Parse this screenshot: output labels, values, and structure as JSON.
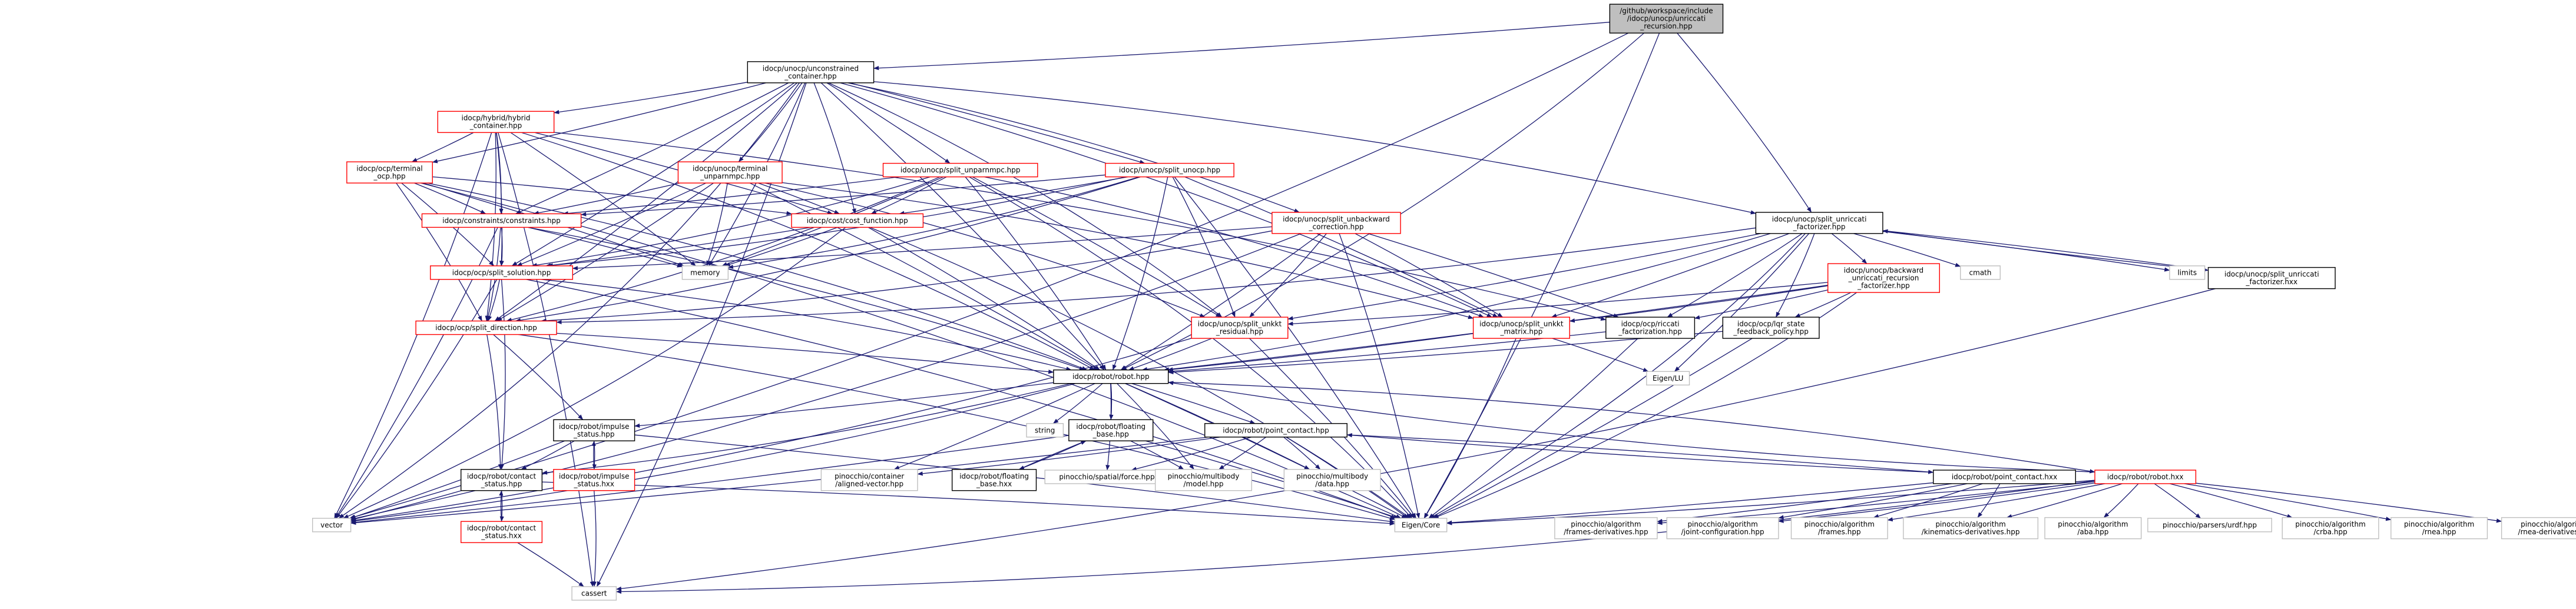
{
  "colors": {
    "edge": "#191970",
    "focus_fill": "#bfbfbf",
    "focus_border": "#000000",
    "documented_border": "#000000",
    "error_border": "#ff0000",
    "external_border": "#bfbfbf",
    "text": "#000000"
  },
  "nodes": [
    {
      "id": "n_root",
      "lines": [
        "/github/workspace/include",
        "/idocp/unocp/unriccati",
        "_recursion.hpp"
      ],
      "style": "focus"
    },
    {
      "id": "n_ucc",
      "lines": [
        "idocp/unocp/unconstrained",
        "_container.hpp"
      ],
      "style": "documented"
    },
    {
      "id": "n_hybrid",
      "lines": [
        "idocp/hybrid/hybrid",
        "_container.hpp"
      ],
      "style": "error"
    },
    {
      "id": "n_terminal_ocp",
      "lines": [
        "idocp/ocp/terminal",
        "_ocp.hpp"
      ],
      "style": "error"
    },
    {
      "id": "n_terminal_unparnmpc",
      "lines": [
        "idocp/unocp/terminal",
        "_unparnmpc.hpp"
      ],
      "style": "error"
    },
    {
      "id": "n_split_unparnmpc",
      "lines": [
        "idocp/unocp/split_unparnmpc.hpp"
      ],
      "style": "error"
    },
    {
      "id": "n_split_unocp",
      "lines": [
        "idocp/unocp/split_unocp.hpp"
      ],
      "style": "error"
    },
    {
      "id": "n_split_unbackward",
      "lines": [
        "idocp/unocp/split_unbackward",
        "_correction.hpp"
      ],
      "style": "error"
    },
    {
      "id": "n_split_unriccati_fact",
      "lines": [
        "idocp/unocp/split_unriccati",
        "_factorizer.hpp"
      ],
      "style": "documented"
    },
    {
      "id": "n_constraints",
      "lines": [
        "idocp/constraints/constraints.hpp"
      ],
      "style": "error"
    },
    {
      "id": "n_cost",
      "lines": [
        "idocp/cost/cost_function.hpp"
      ],
      "style": "error"
    },
    {
      "id": "n_memory",
      "lines": [
        "memory"
      ],
      "style": "external"
    },
    {
      "id": "n_split_solution",
      "lines": [
        "idocp/ocp/split_solution.hpp"
      ],
      "style": "error"
    },
    {
      "id": "n_split_direction",
      "lines": [
        "idocp/ocp/split_direction.hpp"
      ],
      "style": "error"
    },
    {
      "id": "n_backward_riccati",
      "lines": [
        "idocp/unocp/backward",
        "_unriccati_recursion",
        "_factorizer.hpp"
      ],
      "style": "error"
    },
    {
      "id": "n_cmath",
      "lines": [
        "cmath"
      ],
      "style": "external"
    },
    {
      "id": "n_limits",
      "lines": [
        "limits"
      ],
      "style": "external"
    },
    {
      "id": "n_split_unriccati_hxx",
      "lines": [
        "idocp/unocp/split_unriccati",
        "_factorizer.hxx"
      ],
      "style": "documented"
    },
    {
      "id": "n_split_unkkt_residual",
      "lines": [
        "idocp/unocp/split_unkkt",
        "_residual.hpp"
      ],
      "style": "error"
    },
    {
      "id": "n_split_unkkt_matrix",
      "lines": [
        "idocp/unocp/split_unkkt",
        "_matrix.hpp"
      ],
      "style": "error"
    },
    {
      "id": "n_riccati_fact",
      "lines": [
        "idocp/ocp/riccati",
        "_factorization.hpp"
      ],
      "style": "documented"
    },
    {
      "id": "n_lqr_policy",
      "lines": [
        "idocp/ocp/lqr_state",
        "_feedback_policy.hpp"
      ],
      "style": "documented"
    },
    {
      "id": "n_eigen_lu",
      "lines": [
        "Eigen/LU"
      ],
      "style": "external"
    },
    {
      "id": "n_robot",
      "lines": [
        "idocp/robot/robot.hpp"
      ],
      "style": "documented"
    },
    {
      "id": "n_string",
      "lines": [
        "string"
      ],
      "style": "external"
    },
    {
      "id": "n_floating_base",
      "lines": [
        "idocp/robot/floating",
        "_base.hpp"
      ],
      "style": "documented"
    },
    {
      "id": "n_point_contact",
      "lines": [
        "idocp/robot/point_contact.hpp"
      ],
      "style": "documented"
    },
    {
      "id": "n_impulse_status",
      "lines": [
        "idocp/robot/impulse",
        "_status.hpp"
      ],
      "style": "documented"
    },
    {
      "id": "n_impulse_status_hxx",
      "lines": [
        "idocp/robot/impulse",
        "_status.hxx"
      ],
      "style": "error"
    },
    {
      "id": "n_contact_status",
      "lines": [
        "idocp/robot/contact",
        "_status.hpp"
      ],
      "style": "documented"
    },
    {
      "id": "n_contact_status_hxx",
      "lines": [
        "idocp/robot/contact",
        "_status.hxx"
      ],
      "style": "error"
    },
    {
      "id": "n_vector",
      "lines": [
        "vector"
      ],
      "style": "external"
    },
    {
      "id": "n_cassert",
      "lines": [
        "cassert"
      ],
      "style": "external"
    },
    {
      "id": "n_eigen_core",
      "lines": [
        "Eigen/Core"
      ],
      "style": "external"
    },
    {
      "id": "n_pin_aligned",
      "lines": [
        "pinocchio/container",
        "/aligned-vector.hpp"
      ],
      "style": "external"
    },
    {
      "id": "n_floating_base_hxx",
      "lines": [
        "idocp/robot/floating",
        "_base.hxx"
      ],
      "style": "documented"
    },
    {
      "id": "n_pin_force",
      "lines": [
        "pinocchio/spatial/force.hpp"
      ],
      "style": "external"
    },
    {
      "id": "n_pin_model",
      "lines": [
        "pinocchio/multibody",
        "/model.hpp"
      ],
      "style": "external"
    },
    {
      "id": "n_pin_data",
      "lines": [
        "pinocchio/multibody",
        "/data.hpp"
      ],
      "style": "external"
    },
    {
      "id": "n_point_contact_hxx",
      "lines": [
        "idocp/robot/point_contact.hxx"
      ],
      "style": "documented"
    },
    {
      "id": "n_robot_hxx",
      "lines": [
        "idocp/robot/robot.hxx"
      ],
      "style": "error"
    },
    {
      "id": "n_pin_frames_deriv",
      "lines": [
        "pinocchio/algorithm",
        "/frames-derivatives.hpp"
      ],
      "style": "external"
    },
    {
      "id": "n_pin_joint_config",
      "lines": [
        "pinocchio/algorithm",
        "/joint-configuration.hpp"
      ],
      "style": "external"
    },
    {
      "id": "n_pin_frames",
      "lines": [
        "pinocchio/algorithm",
        "/frames.hpp"
      ],
      "style": "external"
    },
    {
      "id": "n_pin_kin_deriv",
      "lines": [
        "pinocchio/algorithm",
        "/kinematics-derivatives.hpp"
      ],
      "style": "external"
    },
    {
      "id": "n_pin_aba",
      "lines": [
        "pinocchio/algorithm",
        "/aba.hpp"
      ],
      "style": "external"
    },
    {
      "id": "n_pin_urdf",
      "lines": [
        "pinocchio/parsers/urdf.hpp"
      ],
      "style": "external"
    },
    {
      "id": "n_pin_crba",
      "lines": [
        "pinocchio/algorithm",
        "/crba.hpp"
      ],
      "style": "external"
    },
    {
      "id": "n_pin_rnea",
      "lines": [
        "pinocchio/algorithm",
        "/rnea.hpp"
      ],
      "style": "external"
    },
    {
      "id": "n_pin_rnea_deriv",
      "lines": [
        "pinocchio/algorithm",
        "/rnea-derivatives.hpp"
      ],
      "style": "external"
    }
  ],
  "edges": [
    [
      "n_root",
      "n_ucc"
    ],
    [
      "n_root",
      "n_split_unriccati_fact"
    ],
    [
      "n_root",
      "n_robot"
    ],
    [
      "n_root",
      "n_vector"
    ],
    [
      "n_root",
      "n_eigen_core"
    ],
    [
      "n_ucc",
      "n_hybrid"
    ],
    [
      "n_ucc",
      "n_terminal_ocp"
    ],
    [
      "n_ucc",
      "n_terminal_unparnmpc"
    ],
    [
      "n_ucc",
      "n_split_unparnmpc"
    ],
    [
      "n_ucc",
      "n_split_unocp"
    ],
    [
      "n_ucc",
      "n_split_unbackward"
    ],
    [
      "n_ucc",
      "n_split_unriccati_fact"
    ],
    [
      "n_ucc",
      "n_constraints"
    ],
    [
      "n_ucc",
      "n_cost"
    ],
    [
      "n_ucc",
      "n_memory"
    ],
    [
      "n_ucc",
      "n_split_solution"
    ],
    [
      "n_ucc",
      "n_split_direction"
    ],
    [
      "n_ucc",
      "n_robot"
    ],
    [
      "n_ucc",
      "n_split_unkkt_residual"
    ],
    [
      "n_ucc",
      "n_split_unkkt_matrix"
    ],
    [
      "n_ucc",
      "n_vector"
    ],
    [
      "n_ucc",
      "n_cassert"
    ],
    [
      "n_hybrid",
      "n_terminal_ocp"
    ],
    [
      "n_hybrid",
      "n_constraints"
    ],
    [
      "n_hybrid",
      "n_cost"
    ],
    [
      "n_hybrid",
      "n_memory"
    ],
    [
      "n_hybrid",
      "n_split_solution"
    ],
    [
      "n_hybrid",
      "n_split_direction"
    ],
    [
      "n_hybrid",
      "n_robot"
    ],
    [
      "n_hybrid",
      "n_riccati_fact"
    ],
    [
      "n_hybrid",
      "n_vector"
    ],
    [
      "n_hybrid",
      "n_cassert"
    ],
    [
      "n_terminal_ocp",
      "n_constraints"
    ],
    [
      "n_terminal_ocp",
      "n_cost"
    ],
    [
      "n_terminal_ocp",
      "n_memory"
    ],
    [
      "n_terminal_ocp",
      "n_split_solution"
    ],
    [
      "n_terminal_ocp",
      "n_split_direction"
    ],
    [
      "n_terminal_ocp",
      "n_robot"
    ],
    [
      "n_terminal_ocp",
      "n_eigen_core"
    ],
    [
      "n_terminal_unparnmpc",
      "n_constraints"
    ],
    [
      "n_terminal_unparnmpc",
      "n_cost"
    ],
    [
      "n_terminal_unparnmpc",
      "n_memory"
    ],
    [
      "n_terminal_unparnmpc",
      "n_split_solution"
    ],
    [
      "n_terminal_unparnmpc",
      "n_split_direction"
    ],
    [
      "n_terminal_unparnmpc",
      "n_robot"
    ],
    [
      "n_terminal_unparnmpc",
      "n_split_unkkt_residual"
    ],
    [
      "n_terminal_unparnmpc",
      "n_split_unkkt_matrix"
    ],
    [
      "n_split_unparnmpc",
      "n_constraints"
    ],
    [
      "n_split_unparnmpc",
      "n_cost"
    ],
    [
      "n_split_unparnmpc",
      "n_memory"
    ],
    [
      "n_split_unparnmpc",
      "n_split_solution"
    ],
    [
      "n_split_unparnmpc",
      "n_split_direction"
    ],
    [
      "n_split_unparnmpc",
      "n_robot"
    ],
    [
      "n_split_unparnmpc",
      "n_split_unkkt_residual"
    ],
    [
      "n_split_unparnmpc",
      "n_split_unkkt_matrix"
    ],
    [
      "n_split_unparnmpc",
      "n_eigen_core"
    ],
    [
      "n_split_unocp",
      "n_constraints"
    ],
    [
      "n_split_unocp",
      "n_cost"
    ],
    [
      "n_split_unocp",
      "n_memory"
    ],
    [
      "n_split_unocp",
      "n_split_solution"
    ],
    [
      "n_split_unocp",
      "n_split_direction"
    ],
    [
      "n_split_unocp",
      "n_robot"
    ],
    [
      "n_split_unocp",
      "n_split_unkkt_residual"
    ],
    [
      "n_split_unocp",
      "n_split_unkkt_matrix"
    ],
    [
      "n_split_unocp",
      "n_eigen_core"
    ],
    [
      "n_split_unbackward",
      "n_split_solution"
    ],
    [
      "n_split_unbackward",
      "n_split_direction"
    ],
    [
      "n_split_unbackward",
      "n_robot"
    ],
    [
      "n_split_unbackward",
      "n_split_unkkt_residual"
    ],
    [
      "n_split_unbackward",
      "n_split_unkkt_matrix"
    ],
    [
      "n_split_unbackward",
      "n_riccati_fact"
    ],
    [
      "n_split_unbackward",
      "n_eigen_core"
    ],
    [
      "n_split_unbackward",
      "n_vector"
    ],
    [
      "n_split_unriccati_fact",
      "n_backward_riccati"
    ],
    [
      "n_split_unriccati_fact",
      "n_cmath"
    ],
    [
      "n_split_unriccati_fact",
      "n_limits"
    ],
    [
      "n_split_unriccati_fact",
      "n_split_unriccati_hxx"
    ],
    [
      "n_split_unriccati_fact",
      "n_robot"
    ],
    [
      "n_split_unriccati_fact",
      "n_split_unkkt_residual"
    ],
    [
      "n_split_unriccati_fact",
      "n_split_unkkt_matrix"
    ],
    [
      "n_split_unriccati_fact",
      "n_riccati_fact"
    ],
    [
      "n_split_unriccati_fact",
      "n_lqr_policy"
    ],
    [
      "n_split_unriccati_fact",
      "n_eigen_lu"
    ],
    [
      "n_split_unriccati_fact",
      "n_eigen_core"
    ],
    [
      "n_split_unriccati_fact",
      "n_split_direction"
    ],
    [
      "n_split_unriccati_hxx",
      "n_split_unriccati_fact"
    ],
    [
      "n_split_unriccati_hxx",
      "n_cassert"
    ],
    [
      "n_constraints",
      "n_memory"
    ],
    [
      "n_constraints",
      "n_split_solution"
    ],
    [
      "n_constraints",
      "n_split_direction"
    ],
    [
      "n_constraints",
      "n_robot"
    ],
    [
      "n_constraints",
      "n_vector"
    ],
    [
      "n_cost",
      "n_memory"
    ],
    [
      "n_cost",
      "n_split_solution"
    ],
    [
      "n_cost",
      "n_robot"
    ],
    [
      "n_cost",
      "n_eigen_core"
    ],
    [
      "n_cost",
      "n_vector"
    ],
    [
      "n_split_solution",
      "n_split_direction"
    ],
    [
      "n_split_solution",
      "n_robot"
    ],
    [
      "n_split_solution",
      "n_contact_status"
    ],
    [
      "n_split_solution",
      "n_eigen_core"
    ],
    [
      "n_split_solution",
      "n_vector"
    ],
    [
      "n_split_direction",
      "n_robot"
    ],
    [
      "n_split_direction",
      "n_contact_status"
    ],
    [
      "n_split_direction",
      "n_impulse_status"
    ],
    [
      "n_split_direction",
      "n_eigen_core"
    ],
    [
      "n_backward_riccati",
      "n_split_unkkt_residual"
    ],
    [
      "n_backward_riccati",
      "n_split_unkkt_matrix"
    ],
    [
      "n_backward_riccati",
      "n_riccati_fact"
    ],
    [
      "n_backward_riccati",
      "n_lqr_policy"
    ],
    [
      "n_backward_riccati",
      "n_robot"
    ],
    [
      "n_backward_riccati",
      "n_eigen_core"
    ],
    [
      "n_split_unkkt_residual",
      "n_robot"
    ],
    [
      "n_split_unkkt_residual",
      "n_eigen_core"
    ],
    [
      "n_split_unkkt_residual",
      "n_vector"
    ],
    [
      "n_split_unkkt_matrix",
      "n_robot"
    ],
    [
      "n_split_unkkt_matrix",
      "n_eigen_core"
    ],
    [
      "n_split_unkkt_matrix",
      "n_eigen_lu"
    ],
    [
      "n_riccati_fact",
      "n_robot"
    ],
    [
      "n_riccati_fact",
      "n_eigen_core"
    ],
    [
      "n_lqr_policy",
      "n_robot"
    ],
    [
      "n_lqr_policy",
      "n_eigen_core"
    ],
    [
      "n_robot",
      "n_string"
    ],
    [
      "n_robot",
      "n_floating_base"
    ],
    [
      "n_robot",
      "n_point_contact"
    ],
    [
      "n_robot",
      "n_impulse_status"
    ],
    [
      "n_robot",
      "n_contact_status"
    ],
    [
      "n_robot",
      "n_vector"
    ],
    [
      "n_robot",
      "n_eigen_core"
    ],
    [
      "n_robot",
      "n_pin_aligned"
    ],
    [
      "n_robot",
      "n_pin_force"
    ],
    [
      "n_robot",
      "n_pin_model"
    ],
    [
      "n_robot",
      "n_pin_data"
    ],
    [
      "n_robot",
      "n_robot_hxx"
    ],
    [
      "n_floating_base",
      "n_floating_base_hxx"
    ],
    [
      "n_floating_base",
      "n_pin_model"
    ],
    [
      "n_floating_base",
      "n_eigen_core"
    ],
    [
      "n_floating_base",
      "n_vector"
    ],
    [
      "n_floating_base_hxx",
      "n_floating_base"
    ],
    [
      "n_point_contact",
      "n_point_contact_hxx"
    ],
    [
      "n_point_contact",
      "n_pin_model"
    ],
    [
      "n_point_contact",
      "n_pin_data"
    ],
    [
      "n_point_contact",
      "n_pin_force"
    ],
    [
      "n_point_contact",
      "n_pin_aligned"
    ],
    [
      "n_point_contact",
      "n_eigen_core"
    ],
    [
      "n_point_contact",
      "n_vector"
    ],
    [
      "n_point_contact_hxx",
      "n_point_contact"
    ],
    [
      "n_point_contact_hxx",
      "n_pin_frames_deriv"
    ],
    [
      "n_point_contact_hxx",
      "n_pin_joint_config"
    ],
    [
      "n_point_contact_hxx",
      "n_pin_frames"
    ],
    [
      "n_point_contact_hxx",
      "n_pin_kin_deriv"
    ],
    [
      "n_point_contact_hxx",
      "n_eigen_core"
    ],
    [
      "n_impulse_status",
      "n_impulse_status_hxx"
    ],
    [
      "n_impulse_status",
      "n_contact_status"
    ],
    [
      "n_impulse_status",
      "n_eigen_core"
    ],
    [
      "n_impulse_status",
      "n_vector"
    ],
    [
      "n_impulse_status_hxx",
      "n_impulse_status"
    ],
    [
      "n_impulse_status_hxx",
      "n_cassert"
    ],
    [
      "n_contact_status",
      "n_contact_status_hxx"
    ],
    [
      "n_contact_status",
      "n_eigen_core"
    ],
    [
      "n_contact_status",
      "n_vector"
    ],
    [
      "n_contact_status_hxx",
      "n_contact_status"
    ],
    [
      "n_contact_status_hxx",
      "n_cassert"
    ],
    [
      "n_robot_hxx",
      "n_robot"
    ],
    [
      "n_robot_hxx",
      "n_pin_frames_deriv"
    ],
    [
      "n_robot_hxx",
      "n_pin_joint_config"
    ],
    [
      "n_robot_hxx",
      "n_pin_frames"
    ],
    [
      "n_robot_hxx",
      "n_pin_kin_deriv"
    ],
    [
      "n_robot_hxx",
      "n_pin_aba"
    ],
    [
      "n_robot_hxx",
      "n_pin_urdf"
    ],
    [
      "n_robot_hxx",
      "n_pin_crba"
    ],
    [
      "n_robot_hxx",
      "n_pin_rnea"
    ],
    [
      "n_robot_hxx",
      "n_pin_rnea_deriv"
    ],
    [
      "n_robot_hxx",
      "n_eigen_core"
    ],
    [
      "n_robot_hxx",
      "n_cassert"
    ]
  ]
}
